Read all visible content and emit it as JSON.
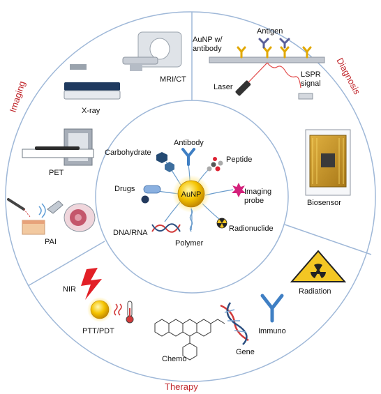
{
  "sections": {
    "imaging": "Imaging",
    "diagnosis": "Diagnosis",
    "therapy": "Therapy"
  },
  "center": {
    "core": "AuNP",
    "ligands": {
      "carbohydrate": "Carbohydrate",
      "antibody": "Antibody",
      "peptide": "Peptide",
      "drugs": "Drugs",
      "imaging_probe_line1": "Imaging",
      "imaging_probe_line2": "probe",
      "dna_rna": "DNA/RNA",
      "radionuclide": "Radionuclide",
      "polymer": "Polymer"
    }
  },
  "imaging": {
    "mri_ct": "MRI/CT",
    "xray": "X-ray",
    "pet": "PET",
    "pai": "PAI"
  },
  "diagnosis": {
    "aunp_antibody_line1": "AuNP w/",
    "aunp_antibody_line2": "antibody",
    "antigen": "Antigen",
    "laser": "Laser",
    "lspr_line1": "LSPR",
    "lspr_line2": "signal",
    "biosensor": "Biosensor"
  },
  "therapy": {
    "radiation": "Radiation",
    "nir": "NIR",
    "ptt_pdt": "PTT/PDT",
    "chemo": "Chemo",
    "gene": "Gene",
    "immuno": "Immuno"
  },
  "colors": {
    "ring": "#9fb8d8",
    "section_title": "#c0262b",
    "gold": "#f2b705",
    "antibody_blue": "#3f7fc4"
  }
}
